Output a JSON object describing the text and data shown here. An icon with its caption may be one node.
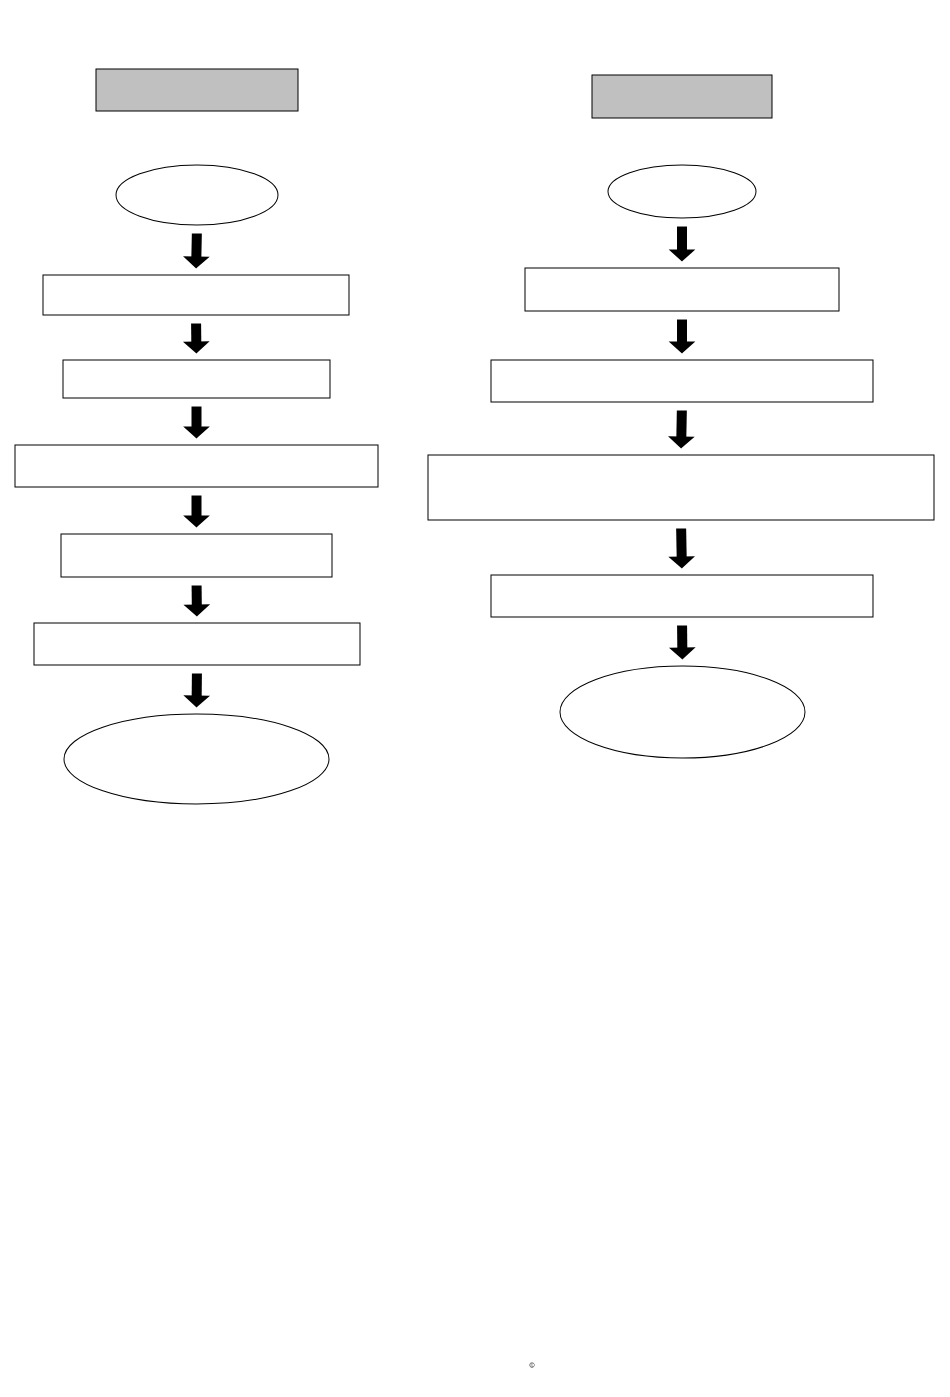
{
  "diagram": {
    "nodes": [
      {
        "text": [],
        "shape": "box"
      },
      {
        "text": [],
        "shape": "ellipse"
      },
      {
        "text": [],
        "shape": "box"
      },
      {
        "text": [],
        "shape": "box"
      },
      {
        "text": [],
        "shape": "box"
      },
      {
        "text": [],
        "shape": "box"
      },
      {
        "text": [],
        "shape": "box"
      },
      {
        "text": [],
        "shape": "ellipse"
      },
      {
        "text": [],
        "shape": "box"
      },
      {
        "text": [],
        "shape": "ellipse"
      },
      {
        "text": [],
        "shape": "box"
      },
      {
        "text": [],
        "shape": "box"
      },
      {
        "text": [],
        "shape": "box"
      },
      {
        "text": [],
        "shape": "box"
      },
      {
        "text": [],
        "shape": "ellipse"
      }
    ],
    "edges": [
      {
        "from": 1,
        "to": 2,
        "arrow": "to"
      },
      {
        "from": 2,
        "to": 3,
        "arrow": "to"
      },
      {
        "from": 3,
        "to": 4,
        "arrow": "to"
      },
      {
        "from": 4,
        "to": 5,
        "arrow": "to"
      },
      {
        "from": 5,
        "to": 6,
        "arrow": "to"
      },
      {
        "from": 6,
        "to": 7,
        "arrow": "to"
      },
      {
        "from": 9,
        "to": 10,
        "arrow": "to"
      },
      {
        "from": 10,
        "to": 11,
        "arrow": "to"
      },
      {
        "from": 11,
        "to": 12,
        "arrow": "to"
      },
      {
        "from": 12,
        "to": 13,
        "arrow": "to"
      },
      {
        "from": 13,
        "to": 14,
        "arrow": "to"
      }
    ],
    "labels": [
      "©"
    ]
  }
}
